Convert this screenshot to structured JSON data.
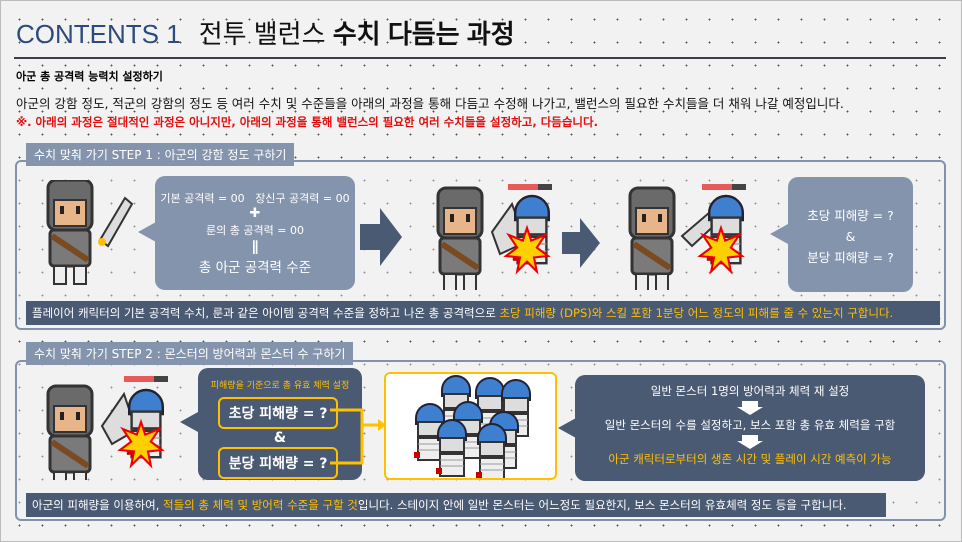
{
  "title": {
    "contents": "CONTENTS 1",
    "normal": "전투 밸런스",
    "bold": "수치 다듬는 과정"
  },
  "subheading": "아군 총 공격력 능력치 설정하기",
  "description": "아군의 강함 정도, 적군의 강함의 정도 등 여러 수치 및 수준들을 아래의 과정을 통해 다듬고 수정해 나가고, 밸런스의 필요한 수치들을 더 채워 나갈 예정입니다.",
  "note": "※. 아래의 과정은 절대적인 과정은 아니지만, 아래의 과정을 통해 밸런스의 필요한 여러 수치들을 설정하고, 다듬습니다.",
  "step1": {
    "tab": "수치 맞춰 가기 STEP 1 : 아군의 강함 정도 구하기",
    "base_attack": "기본 공격력 = 00",
    "accessory_attack": "장신구 공격력 = 00",
    "plus": "✚",
    "rune_attack": "룬의 총 공격력 = 00",
    "equals": "∥",
    "total": "총 아군 공격력 수준",
    "dps": "초당 피해량 = ?",
    "amp": "&",
    "dpm": "분당 피해량 = ?",
    "footer_plain": "플레이어 캐릭터의 기본 공격력 수치, 룬과 같은 아이템 공격력 수준을 정하고 나온 총 공격력으로 ",
    "footer_highlight": "초당 피해량 (DPS)와 스킬 포함 1분당 어느 정도의 피해를 줄 수 있는지 구합니다."
  },
  "step2": {
    "tab": "수치 맞춰 가기 STEP 2 : 몬스터의 방어력과 몬스터 수 구하기",
    "bubble_title": "피해량을 기준으로 총 유효 체력 설정",
    "dps": "초당 피해량 = ?",
    "amp": "&",
    "dpm": "분당 피해량 = ?",
    "flow1": "일반 몬스터 1명의 방어력과 체력 재 설정",
    "flow2": "일반 몬스터의 수를 설정하고, 보스 포함 총 유효 체력을 구함",
    "flow3": "아군 캐릭터로부터의 생존 시간 및 플레이 시간 예측이 가능",
    "footer_a": "아군의 피해량을 이용하여, ",
    "footer_highlight": "적들의 총 체력 및 방어력 수준을 구할 것",
    "footer_b": "입니다. 스테이지 안에 일반 몬스터는 어느정도 필요한지, 보스 몬스터의 유효체력 정도 등을 구합니다."
  },
  "colors": {
    "accent": "#2d4a7c",
    "panel": "#8494ad",
    "dark": "#4a5a73",
    "highlight": "#ffc000",
    "note": "#e01010"
  }
}
